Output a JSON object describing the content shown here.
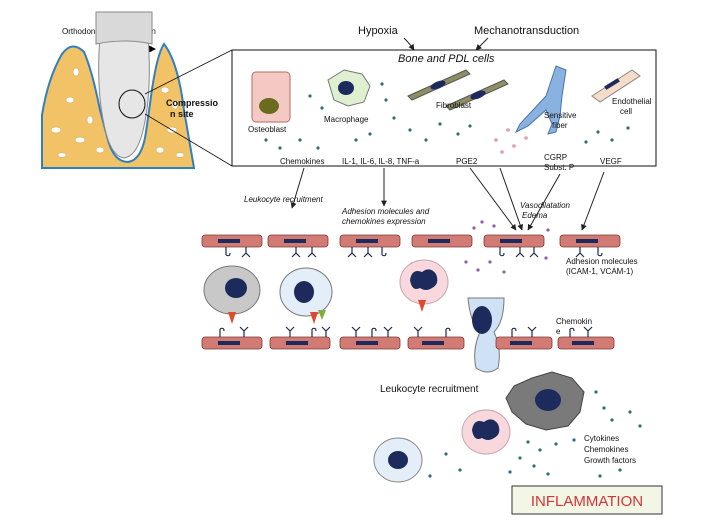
{
  "labels": {
    "orthodontic_force_direction": "Orthodontic force direction",
    "compression_line1": "Compressio",
    "compression_line2": "n site",
    "hypoxia": "Hypoxia",
    "mechanotransduction": "Mechanotransduction",
    "bone_pdl_cells": "Bone and PDL cells",
    "osteoblast": "Osteoblast",
    "macrophage": "Macrophage",
    "fibroblast": "Fibroblast",
    "sensitive_fiber_1": "Sensitive",
    "sensitive_fiber_2": "fiber",
    "endothelial_1": "Endothelial",
    "endothelial_2": "cell",
    "chemokines": "Chemokines",
    "interleukins": "IL-1, IL-6, IL-8, TNF-a",
    "pge2": "PGE2",
    "cgrp": "CGRP",
    "subst_p": "Subst. P",
    "vegf": "VEGF",
    "leukocyte_recruitment_top": "Leukocyte recruitment",
    "adhesion_expr_1": "Adhesion molecules and",
    "adhesion_expr_2": "chemokines expression",
    "vasodilatation": "Vasodilatation",
    "edema": "Edema",
    "adhesion_molecules_1": "Adhesion molecules",
    "adhesion_molecules_2": "(ICAM-1, VCAM-1)",
    "chemokine_1": "Chemokin",
    "chemokine_2": "e",
    "leukocyte_recruitment_mid": "Leukocyte recruitment",
    "cytokines": "Cytokines",
    "chemokines_2": "Chemokines",
    "growth_factors": "Growth factors",
    "inflammation": "INFLAMMATION"
  },
  "colors": {
    "inflammation_text": "#d2343b",
    "inflammation_box": "#f3f6e4",
    "membrane": "#d27a74",
    "nucleus": "#1d2b5c",
    "bone": "#f2c266",
    "pdl_outline": "#2f7fc1"
  }
}
